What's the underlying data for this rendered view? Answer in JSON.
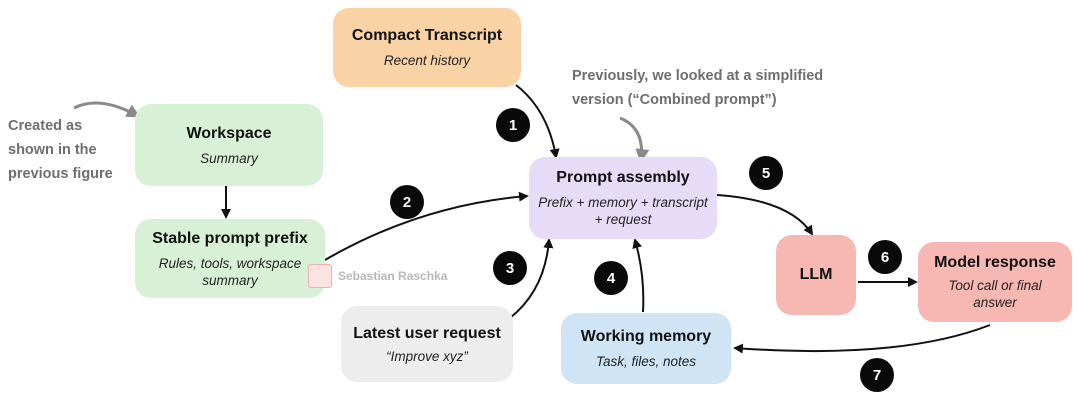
{
  "boxes": {
    "compact_transcript": {
      "title": "Compact Transcript",
      "subtitle": "Recent history",
      "color": "#f9d2a6"
    },
    "workspace": {
      "title": "Workspace",
      "subtitle": "Summary",
      "color": "#d8f1d6"
    },
    "stable_prefix": {
      "title": "Stable prompt prefix",
      "subtitle": "Rules, tools, workspace summary",
      "color": "#d8f1d6"
    },
    "prompt_assembly": {
      "title": "Prompt assembly",
      "subtitle": "Prefix + memory + transcript + request",
      "color": "#e6dcf7"
    },
    "latest_request": {
      "title": "Latest user request",
      "subtitle": "“Improve xyz”",
      "color": "#ededed"
    },
    "working_memory": {
      "title": "Working memory",
      "subtitle": "Task, files, notes",
      "color": "#cfe4f5"
    },
    "llm": {
      "title": "LLM",
      "color": "#f7b8b4"
    },
    "model_response": {
      "title": "Model response",
      "subtitle": "Tool call or final answer",
      "color": "#f7b8b4"
    }
  },
  "notes": {
    "created": [
      "Created as",
      "shown in the",
      "previous figure"
    ],
    "previously": [
      "Previously, we looked at a simplified",
      "version (“Combined prompt”)"
    ]
  },
  "badges": [
    "1",
    "2",
    "3",
    "4",
    "5",
    "6",
    "7"
  ],
  "watermark": "Sebastian Raschka",
  "colors": {
    "arrow": "#111111",
    "annotation_arrow": "#8a8a8a",
    "badge": "#0a0a0a",
    "note_text": "#6e6e6e"
  }
}
